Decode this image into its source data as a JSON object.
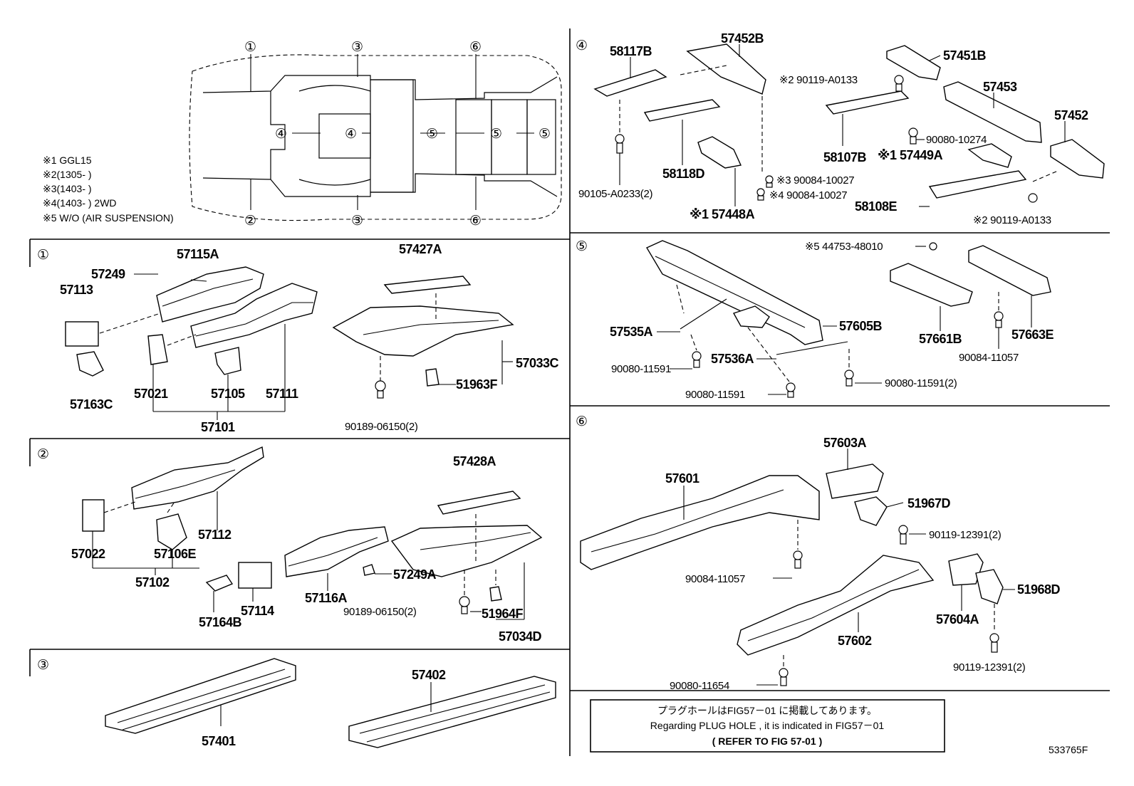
{
  "notes": {
    "n1": "※1  GGL15",
    "n2": "※2(1305-        )",
    "n3": "※3(1403-        )",
    "n4": "※4(1403-        ) 2WD",
    "n5": "※5  W/O (AIR SUSPENSION)"
  },
  "overview": {
    "top_labels": [
      "①",
      "③",
      "⑥"
    ],
    "bottom_labels": [
      "②",
      "③",
      "⑥"
    ],
    "mid_labels": [
      "④",
      "④",
      "⑤",
      "⑤",
      "⑤"
    ]
  },
  "section1": {
    "tag": "①",
    "p57115A": "57115A",
    "p57249": "57249",
    "p57113": "57113",
    "p57163C": "57163C",
    "p57021": "57021",
    "p57105": "57105",
    "p57111": "57111",
    "p57101": "57101",
    "p57427A": "57427A",
    "p57033C": "57033C",
    "p51963F": "51963F",
    "p90189": "90189-06150(2)"
  },
  "section2": {
    "tag": "②",
    "p57022": "57022",
    "p57106E": "57106E",
    "p57112": "57112",
    "p57102": "57102",
    "p57164B": "57164B",
    "p57114": "57114",
    "p57116A": "57116A",
    "p57249A": "57249A",
    "p57428A": "57428A",
    "p90189": "90189-06150(2)",
    "p51964F": "51964F",
    "p57034D": "57034D"
  },
  "section3": {
    "tag": "③",
    "p57401": "57401",
    "p57402": "57402"
  },
  "section4": {
    "tag": "④",
    "p58117B": "58117B",
    "p57452B": "57452B",
    "p57451B": "57451B",
    "p90119a": "※2 90119-A0133",
    "p57453": "57453",
    "p57452": "57452",
    "p90080": "90080-10274",
    "p58107B": "58107B",
    "p57449A": "※1 57449A",
    "p58118D": "58118D",
    "p90084a": "※3 90084-10027",
    "p90084b": "※4 90084-10027",
    "p90105": "90105-A0233(2)",
    "p57448A": "※1 57448A",
    "p58108E": "58108E",
    "p90119b": "※2 90119-A0133"
  },
  "section5": {
    "tag": "⑤",
    "p44753": "※5 44753-48010",
    "p57535A": "57535A",
    "p57605B": "57605B",
    "p57661B": "57661B",
    "p57663E": "57663E",
    "p90084": "90084-11057",
    "p57536A": "57536A",
    "p90080a": "90080-11591",
    "p90080b": "90080-11591",
    "p90080c": "90080-11591(2)"
  },
  "section6": {
    "tag": "⑥",
    "p57603A": "57603A",
    "p57601": "57601",
    "p51967D": "51967D",
    "p90119a": "90119-12391(2)",
    "p90084": "90084-11057",
    "p57604A": "57604A",
    "p51968D": "51968D",
    "p57602": "57602",
    "p90119b": "90119-12391(2)",
    "p90080": "90080-11654"
  },
  "footer": {
    "line1": "プラグホールはFIG57－01 に掲載してあります。",
    "line2": "Regarding  PLUG HOLE , it is  indicated  in  FIG57－01",
    "line3": "( REFER TO FIG 57-01  )",
    "code": "533765F"
  }
}
